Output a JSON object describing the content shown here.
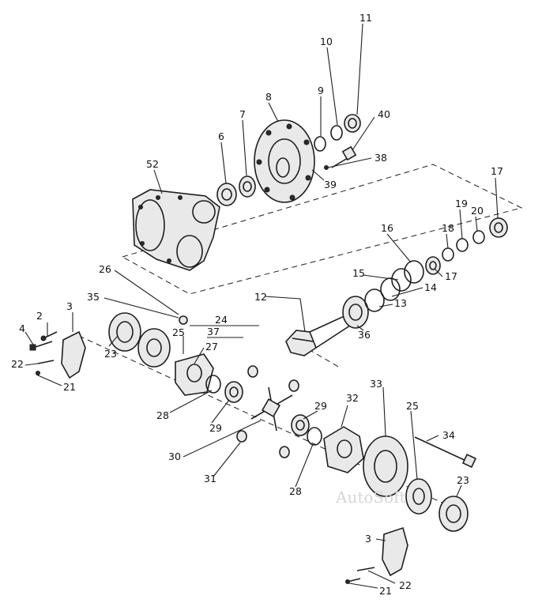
{
  "diagram": {
    "callouts": [
      "11",
      "10",
      "9",
      "40",
      "8",
      "7",
      "6",
      "38",
      "52",
      "39",
      "17",
      "19",
      "20",
      "18",
      "16",
      "15",
      "14",
      "17",
      "12",
      "13",
      "26",
      "36",
      "35",
      "24",
      "37",
      "3",
      "2",
      "4",
      "23",
      "25",
      "27",
      "22",
      "21",
      "28",
      "29",
      "33",
      "32",
      "29",
      "25",
      "34",
      "30",
      "31",
      "28",
      "23",
      "3",
      "21",
      "22"
    ],
    "watermark": "AutoSoft"
  }
}
